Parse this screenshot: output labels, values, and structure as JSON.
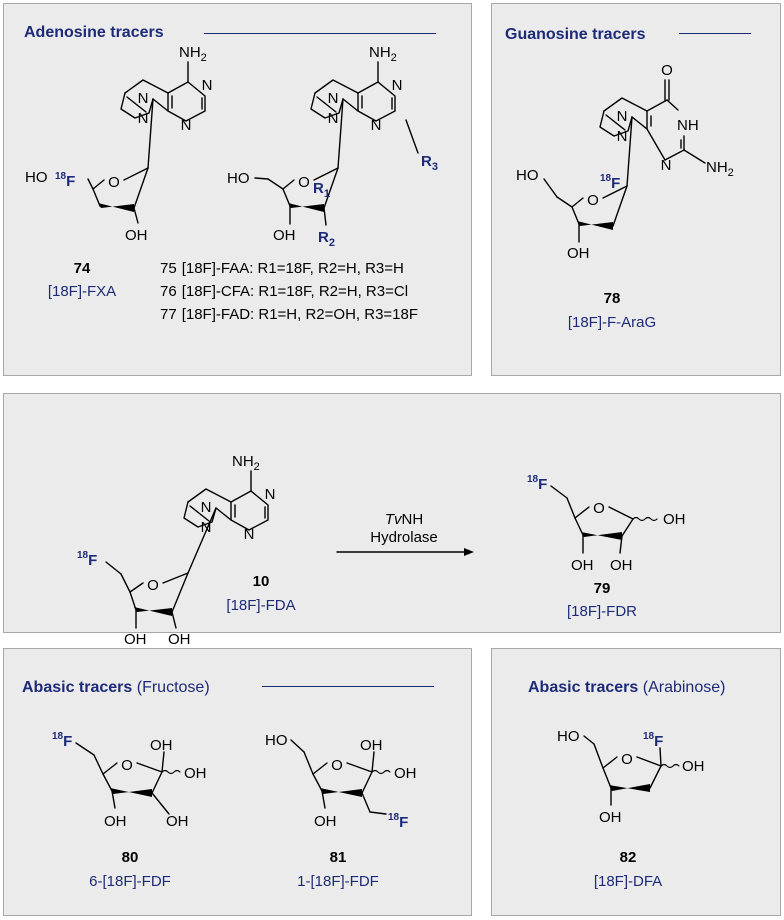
{
  "panels": {
    "adenosine": {
      "title": "Adenosine tracers"
    },
    "guanosine": {
      "title": "Guanosine tracers"
    },
    "abasic_fructose": {
      "title": "Abasic tracers",
      "subtitle": "(Fructose)"
    },
    "abasic_arabinose": {
      "title": "Abasic tracers",
      "subtitle": "(Arabinose)"
    }
  },
  "atoms": {
    "n": "N",
    "o": "O",
    "nh2": "NH",
    "nh2_sub": "2",
    "nh": "NH",
    "ho": "HO",
    "oh": "OH",
    "f": "F",
    "f18_sup": "18",
    "cl": "Cl",
    "r1": "R",
    "r1_sub": "1",
    "r2": "R",
    "r2_sub": "2",
    "r3": "R",
    "r3_sub": "3"
  },
  "compounds": {
    "c74": {
      "number": "74",
      "name": "[18F]-FXA"
    },
    "c75": {
      "number": "75",
      "caption": "[18F]-FAA: R1=18F, R2=H, R3=H"
    },
    "c76": {
      "number": "76",
      "caption": "[18F]-CFA: R1=18F, R2=H, R3=Cl"
    },
    "c77": {
      "number": "77",
      "caption": "[18F]-FAD: R1=H, R2=OH, R3=18F"
    },
    "c78": {
      "number": "78",
      "name": "[18F]-F-AraG"
    },
    "c10": {
      "number": "10",
      "name": "[18F]-FDA"
    },
    "c79": {
      "number": "79",
      "name": "[18F]-FDR"
    },
    "c80": {
      "number": "80",
      "name": "6-[18F]-FDF"
    },
    "c81": {
      "number": "81",
      "name": "1-[18F]-FDF"
    },
    "c82": {
      "number": "82",
      "name": "[18F]-DFA"
    }
  },
  "reaction": {
    "enzyme_italic": "Tv",
    "enzyme_rest": "NH",
    "enzyme_type": "Hydrolase"
  },
  "colors": {
    "accent": "#1d2a78",
    "panel_bg": "#ebebeb",
    "panel_border": "#a8a8a8"
  }
}
